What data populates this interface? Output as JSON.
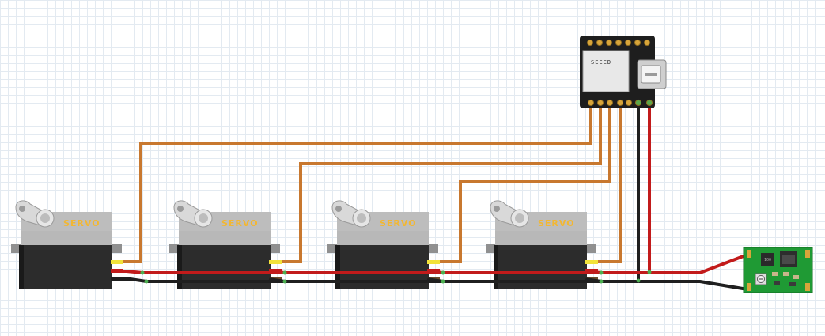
{
  "colors": {
    "signal_wire": "#c8782f",
    "power_wire": "#c21b1b",
    "ground_wire": "#1f1f1f",
    "servo_body": "#2c2c2c",
    "servo_top": "#b8b8b8",
    "servo_text": "#f2b733",
    "board": "#1e1e1e",
    "pin": "#d8a53a",
    "module_pcb": "#1f9a34"
  },
  "servos": [
    {
      "label": "SERVO"
    },
    {
      "label": "SERVO"
    },
    {
      "label": "SERVO"
    },
    {
      "label": "SERVO"
    }
  ],
  "microcontroller": {
    "label": "SEEED",
    "icon": "usb-c-connector-icon"
  },
  "power_module": {
    "chip_label": "100",
    "icon": "potentiometer-icon"
  }
}
